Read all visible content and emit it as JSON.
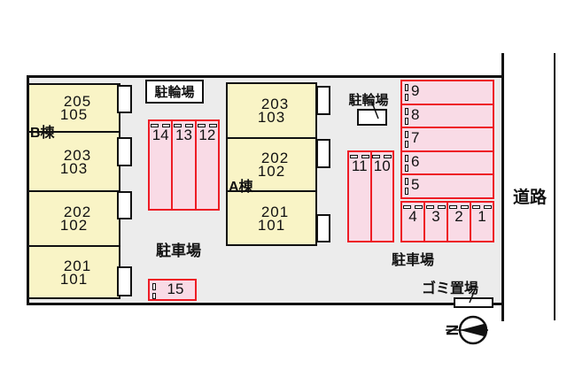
{
  "labels": {
    "road": "道路",
    "bicycle_parking_boxed": "駐輪場",
    "bicycle_parking": "駐輪場",
    "car_parking_left": "駐車場",
    "car_parking_right": "駐車場",
    "garbage_area": "ゴミ置場",
    "north_letter": "N"
  },
  "buildings": {
    "b": {
      "name": "B棟",
      "units": [
        {
          "upper": "205",
          "lower": "105"
        },
        {
          "upper": "203",
          "lower": "103"
        },
        {
          "upper": "202",
          "lower": "102"
        },
        {
          "upper": "201",
          "lower": "101"
        }
      ]
    },
    "a": {
      "name": "A棟",
      "units": [
        {
          "upper": "203",
          "lower": "103"
        },
        {
          "upper": "202",
          "lower": "102"
        },
        {
          "upper": "201",
          "lower": "101"
        }
      ]
    }
  },
  "parking": {
    "center_left": [
      "14",
      "13",
      "12"
    ],
    "center_right": [
      "11",
      "10"
    ],
    "right_column": [
      "9",
      "8",
      "7",
      "6",
      "5"
    ],
    "bottom_row": [
      "4",
      "3",
      "2",
      "1"
    ],
    "single": "15"
  },
  "colors": {
    "plot_background": "#ececec",
    "building_fill": "#f9f4c6",
    "stall_fill": "#f9dbe6",
    "stall_border": "#ee1c25",
    "line": "#111111"
  }
}
